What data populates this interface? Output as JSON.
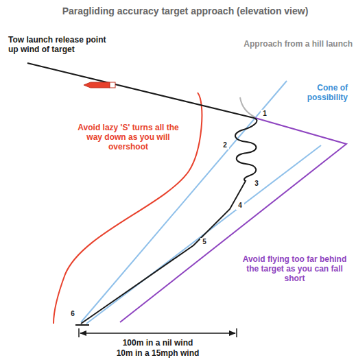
{
  "diagram": {
    "title": "Paragliding accuracy target approach (elevation view)",
    "labels": [
      "Tow launch release point up wind of target",
      "Approach from a hill launch",
      "Cone of possibility",
      "Avoid lazy 'S' turns all the way down as you will overshoot",
      "Avoid flying too far behind the target as you can fall short",
      "1",
      "2",
      "3",
      "4",
      "5",
      "6",
      "100m in a nil wind",
      "10m in a 15mph wind"
    ]
  }
}
